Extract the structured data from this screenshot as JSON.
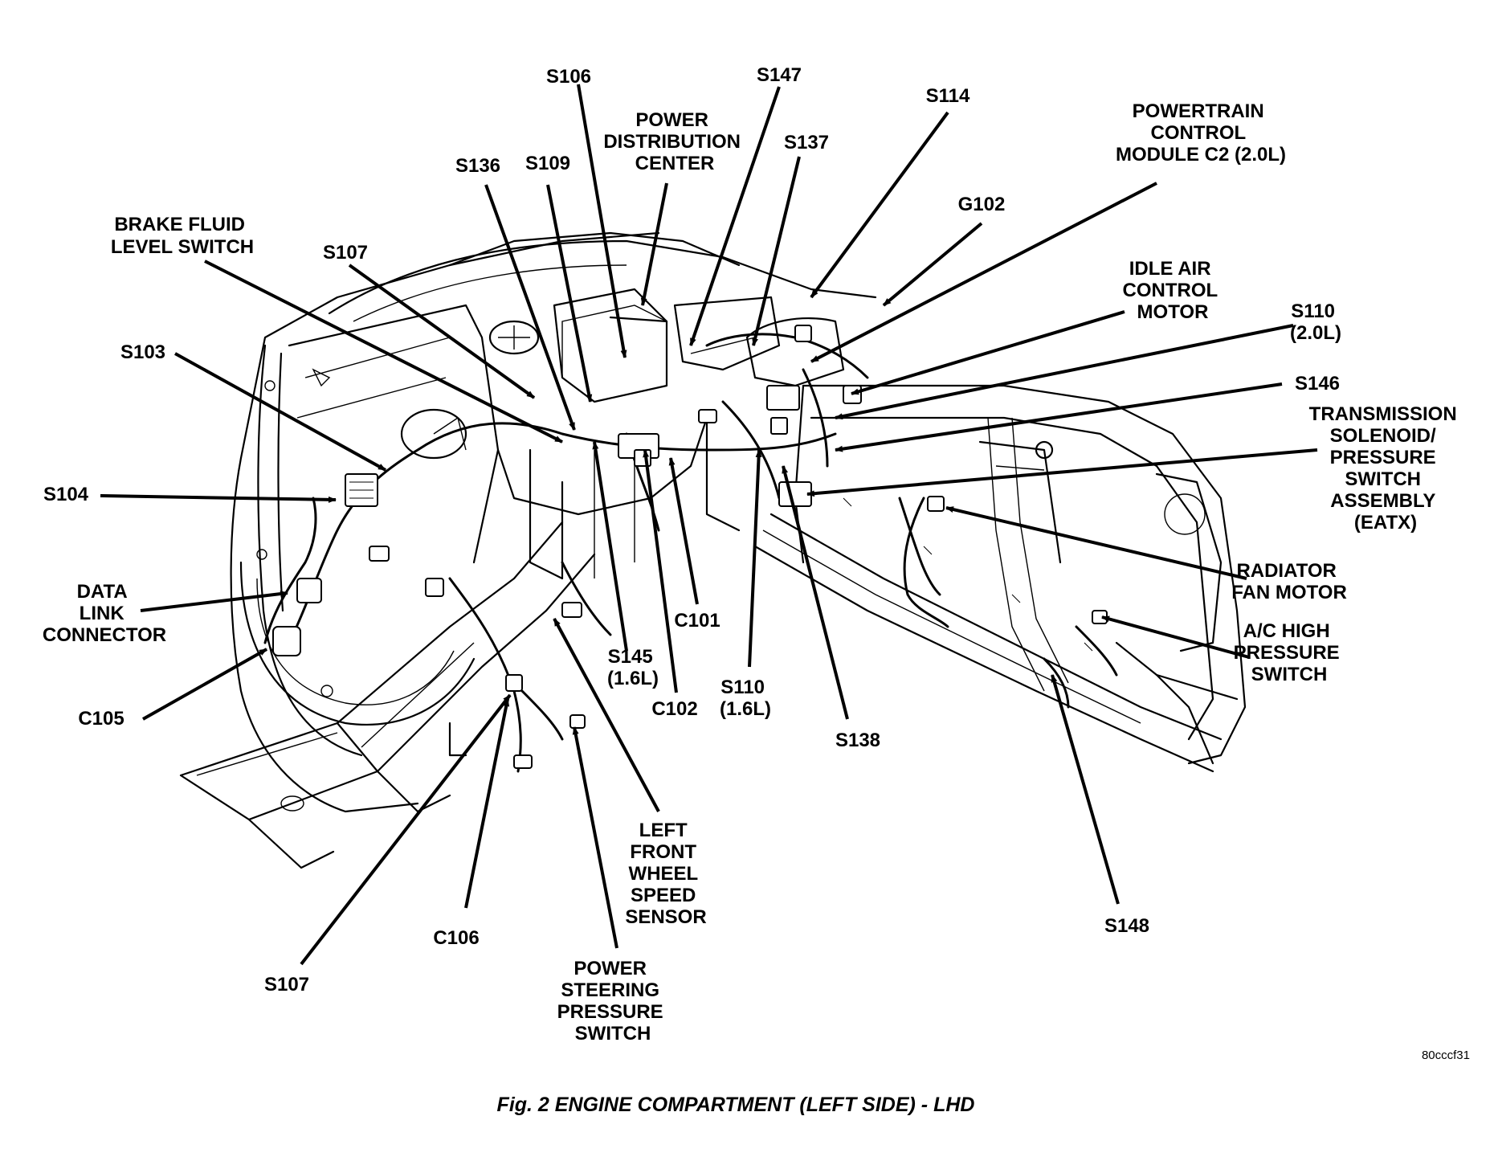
{
  "figure": {
    "caption": "Fig. 2 ENGINE COMPARTMENT (LEFT SIDE) - LHD",
    "figure_id": "80cccf31"
  },
  "labels": {
    "s106": "S106",
    "s147": "S147",
    "s114": "S114",
    "power_distribution_center": [
      "POWER",
      "DISTRIBUTION",
      "CENTER"
    ],
    "s137": "S137",
    "powertrain_control_module": [
      "POWERTRAIN",
      "CONTROL",
      "MODULE C2 (2.0L)"
    ],
    "s136": "S136",
    "s109": "S109",
    "g102": "G102",
    "brake_fluid_level_switch": [
      "BRAKE FLUID",
      "LEVEL SWITCH"
    ],
    "s107_top": "S107",
    "idle_air_control_motor": [
      "IDLE AIR",
      "CONTROL",
      "MOTOR"
    ],
    "s110_2l": [
      "S110",
      "(2.0L)"
    ],
    "s103": "S103",
    "s146": "S146",
    "transmission_solenoid": [
      "TRANSMISSION",
      "SOLENOID/",
      "PRESSURE",
      "SWITCH",
      "ASSEMBLY",
      "(EATX)"
    ],
    "s104": "S104",
    "radiator_fan_motor": [
      "RADIATOR",
      "FAN MOTOR"
    ],
    "data_link_connector": [
      "DATA",
      "LINK",
      "CONNECTOR"
    ],
    "c101": "C101",
    "ac_high_pressure_switch": [
      "A/C HIGH",
      "PRESSURE",
      "SWITCH"
    ],
    "s145": [
      "S145",
      "(1.6L)"
    ],
    "c105": "C105",
    "c102": "C102",
    "s110_16l": [
      "S110",
      "(1.6L)"
    ],
    "s138": "S138",
    "left_front_wheel_speed_sensor": [
      "LEFT",
      "FRONT",
      "WHEEL",
      "SPEED",
      "SENSOR"
    ],
    "c106": "C106",
    "s148": "S148",
    "s107_bottom": "S107",
    "power_steering_pressure_switch": [
      "POWER",
      "STEERING",
      "PRESSURE",
      "SWITCH"
    ]
  }
}
